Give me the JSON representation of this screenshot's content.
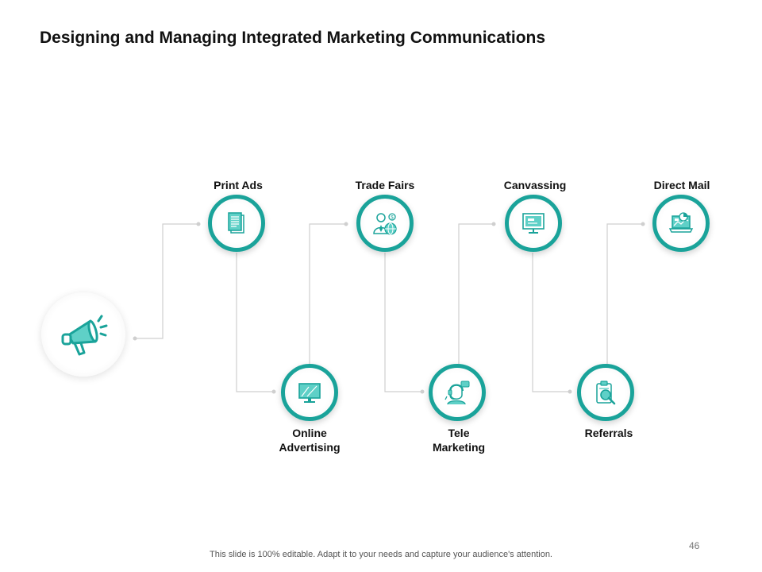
{
  "slide": {
    "title": "Designing and Managing Integrated Marketing Communications",
    "footer": "This slide is 100% editable. Adapt it to your needs and capture your audience's attention.",
    "page_number": "46",
    "accent_color": "#1aa39a"
  },
  "hub": {
    "icon": "megaphone-icon"
  },
  "nodes": [
    {
      "label": "Print Ads",
      "icon": "document-icon"
    },
    {
      "label": "Online\nAdvertising",
      "icon": "monitor-icon"
    },
    {
      "label": "Trade Fairs",
      "icon": "businessman-globe-icon"
    },
    {
      "label": "Tele\nMarketing",
      "icon": "telemarketer-icon"
    },
    {
      "label": "Canvassing",
      "icon": "billboard-screen-icon"
    },
    {
      "label": "Referrals",
      "icon": "clipboard-search-icon"
    },
    {
      "label": "Direct Mail",
      "icon": "laptop-chart-icon"
    }
  ]
}
